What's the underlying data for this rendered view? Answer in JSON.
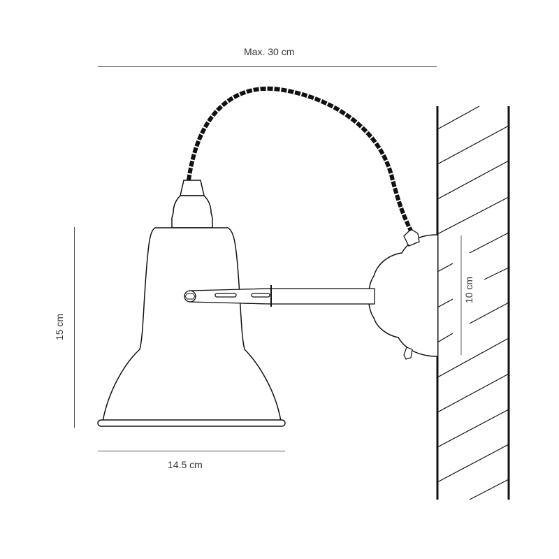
{
  "diagram": {
    "subject": "wall-lamp-dimension-drawing",
    "dimensions": {
      "max_reach": "Max. 30 cm",
      "shade_height": "15 cm",
      "shade_width": "14.5 cm",
      "backplate_height": "10 cm"
    },
    "colors": {
      "line": "#111111",
      "dimension_line": "#555555",
      "text": "#333333",
      "background": "#ffffff"
    }
  }
}
